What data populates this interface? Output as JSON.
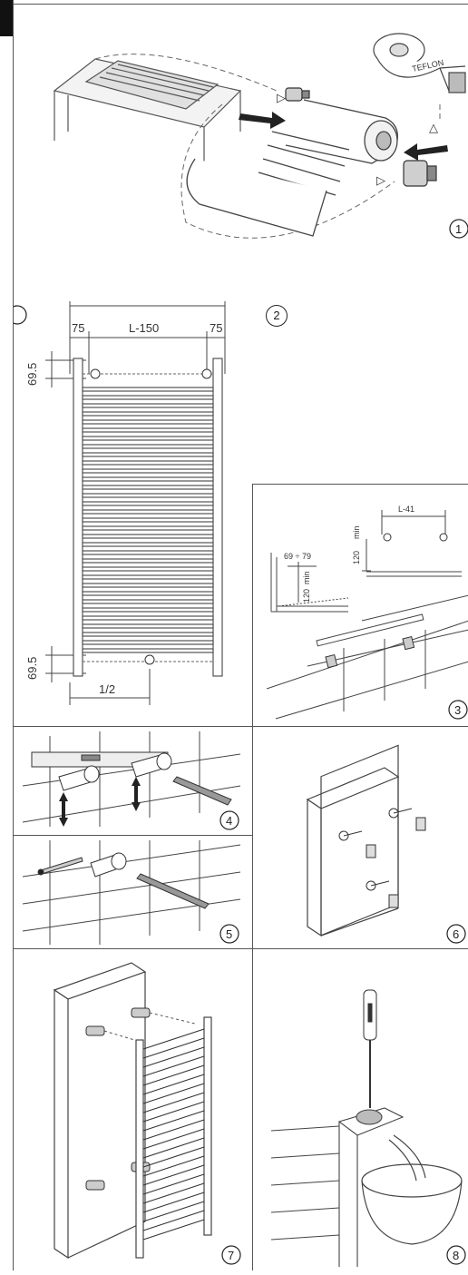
{
  "panels": {
    "p1": {
      "step": "1",
      "tape_text": "TEFLON"
    },
    "p2": {
      "step": "2",
      "dim_left": "75",
      "dim_center": "L-150",
      "dim_right": "75",
      "dim_top_vertical": "69.5",
      "dim_bottom_vertical": "69.5",
      "dim_bottom_horizontal": "1/2"
    },
    "p3": {
      "step": "3",
      "dim_spacing": "L-41",
      "dim_height_top": "120",
      "dim_min_top": "min",
      "dim_offset": "69 ÷ 79",
      "dim_min_left": "min",
      "dim_height_left": "120"
    },
    "p4": {
      "step": "4"
    },
    "p5": {
      "step": "5"
    },
    "p6": {
      "step": "6"
    },
    "p7": {
      "step": "7"
    },
    "p8": {
      "step": "8"
    }
  }
}
